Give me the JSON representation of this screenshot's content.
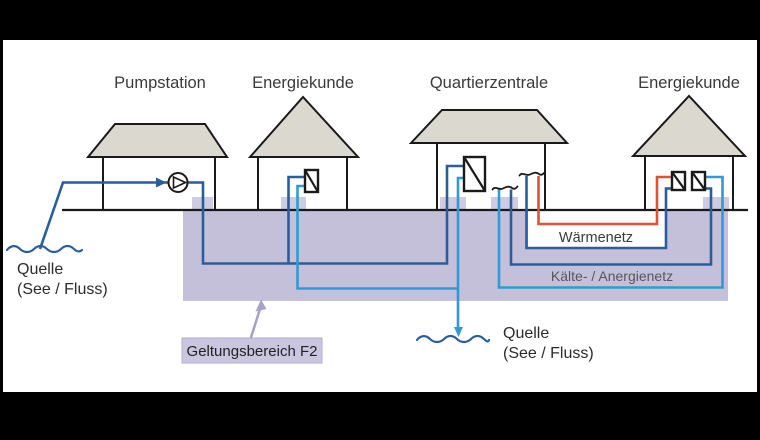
{
  "colors": {
    "dark_blue": "#2a5d9b",
    "light_blue": "#2e9bd5",
    "red": "#e0503a",
    "zone_purple": "#c5c0da",
    "patch_purple": "#cfcbe2",
    "roof_gray": "#dbd8d0",
    "label_box_fill": "#cbc6e0",
    "label_box_border": "#b2abcf",
    "annotation_arrow": "#a7a1c7"
  },
  "buildings": {
    "pumpstation": "Pumpstation",
    "energiekunde_left": "Energiekunde",
    "quartierzentrale": "Quartierzentrale",
    "energiekunde_right": "Energiekunde"
  },
  "networks": {
    "waermenetz": "Wärmenetz",
    "anergienetz": "Kälte- / Anergienetz"
  },
  "zone": {
    "label": "Geltungsbereich F2"
  },
  "sources": {
    "left": {
      "line1": "Quelle",
      "line2": "(See / Fluss)"
    },
    "bottom": {
      "line1": "Quelle",
      "line2": "(See / Fluss)"
    }
  }
}
